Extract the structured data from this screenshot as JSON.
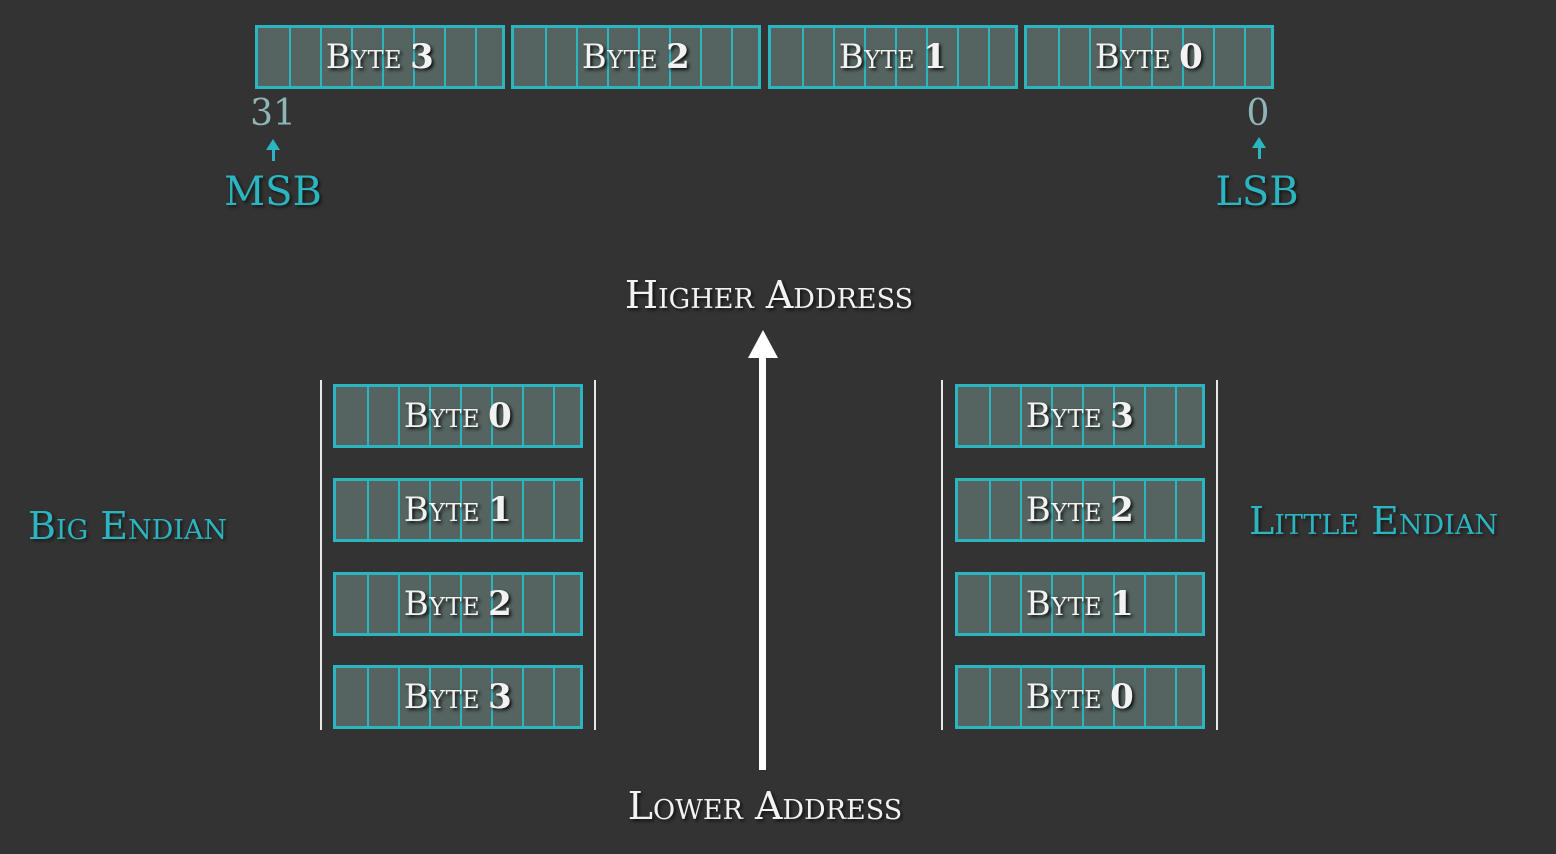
{
  "word": {
    "bytes": [
      {
        "word": "Byte",
        "num": "3"
      },
      {
        "word": "Byte",
        "num": "2"
      },
      {
        "word": "Byte",
        "num": "1"
      },
      {
        "word": "Byte",
        "num": "0"
      }
    ],
    "msb_bit": "31",
    "lsb_bit": "0",
    "msb_label": "MSB",
    "lsb_label": "LSB"
  },
  "memory": {
    "higher_label": "Higher Address",
    "lower_label": "Lower Address",
    "big_endian": {
      "label": "Big Endian",
      "bytes": [
        {
          "word": "Byte",
          "num": "0"
        },
        {
          "word": "Byte",
          "num": "1"
        },
        {
          "word": "Byte",
          "num": "2"
        },
        {
          "word": "Byte",
          "num": "3"
        }
      ]
    },
    "little_endian": {
      "label": "Little Endian",
      "bytes": [
        {
          "word": "Byte",
          "num": "3"
        },
        {
          "word": "Byte",
          "num": "2"
        },
        {
          "word": "Byte",
          "num": "1"
        },
        {
          "word": "Byte",
          "num": "0"
        }
      ]
    }
  },
  "colors": {
    "background": "#333333",
    "accent": "#2bb5c0",
    "cell_fill": "#556460",
    "text": "#f2f2f2"
  }
}
